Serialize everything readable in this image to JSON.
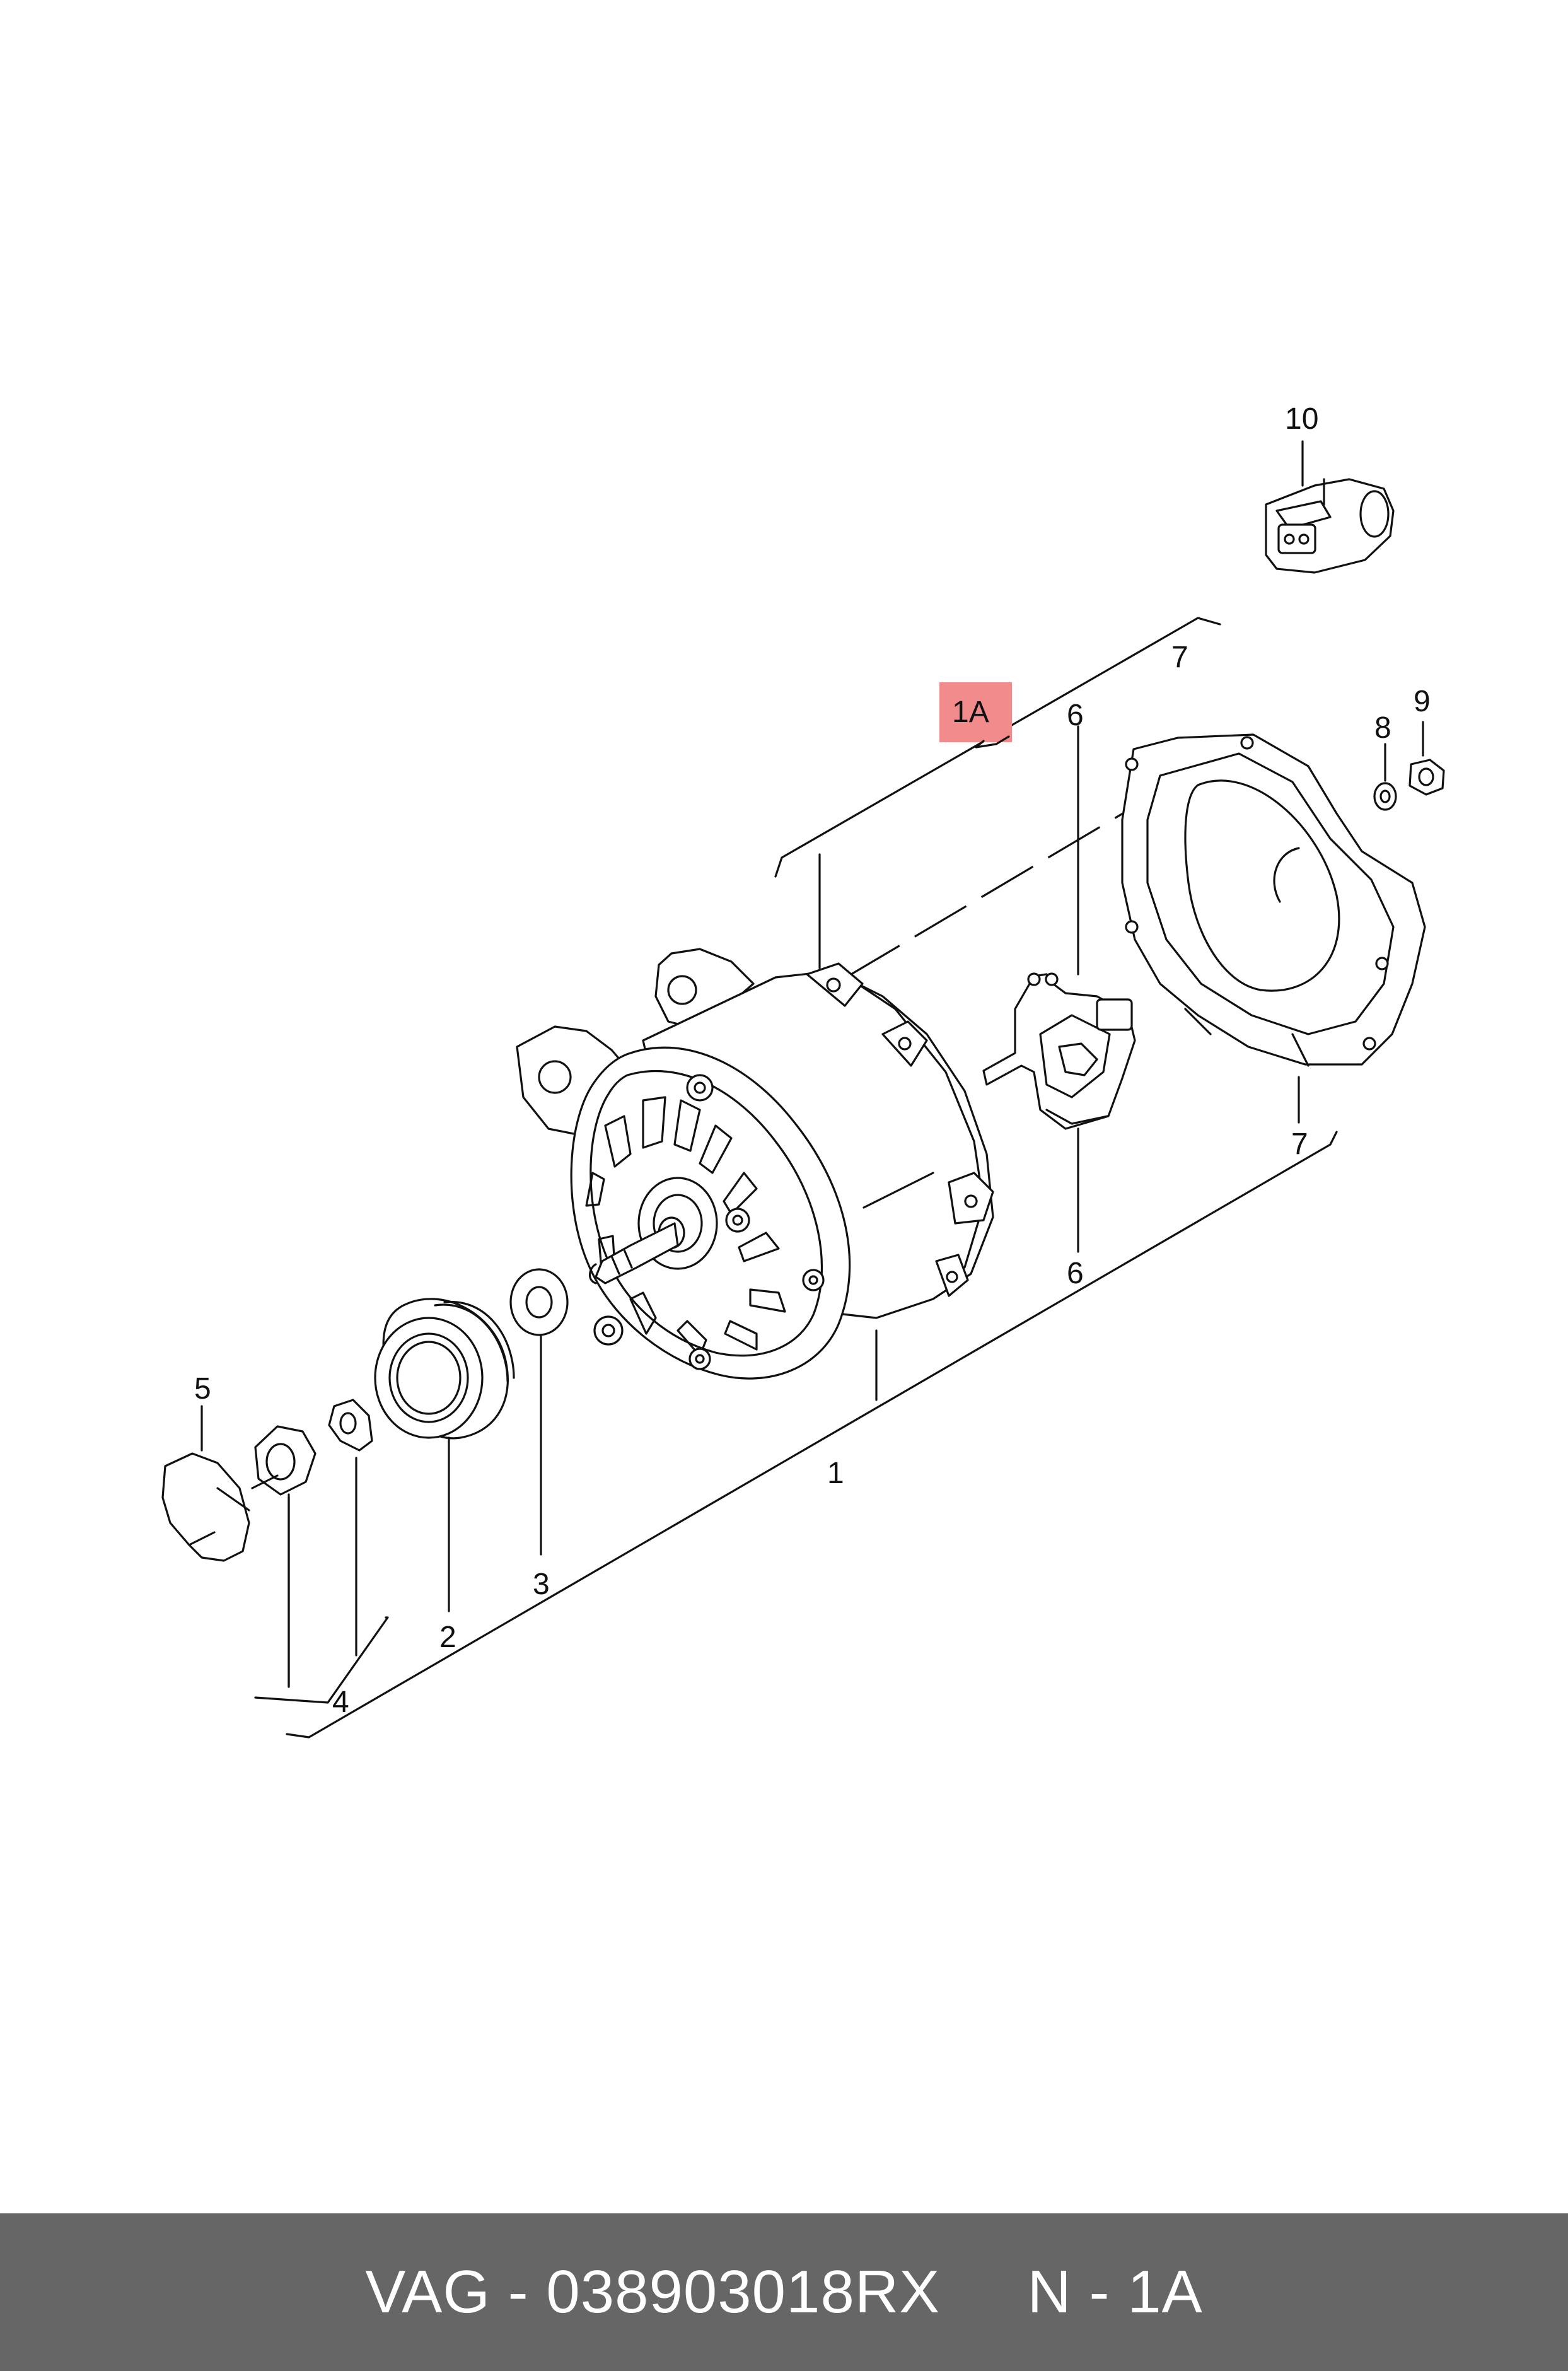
{
  "callouts": {
    "c1": "1",
    "c1A": "1A",
    "c2": "2",
    "c3": "3",
    "c4": "4",
    "c5": "5",
    "c6_top": "6",
    "c6_bottom": "6",
    "c7_top": "7",
    "c7_bottom": "7",
    "c8": "8",
    "c9": "9",
    "c10": "10"
  },
  "colors": {
    "highlight": "#f28b8b",
    "footer_bg": "#666666",
    "footer_text": "#ffffff"
  },
  "footer": {
    "text": "VAG - 038903018RX     N - 1A"
  }
}
